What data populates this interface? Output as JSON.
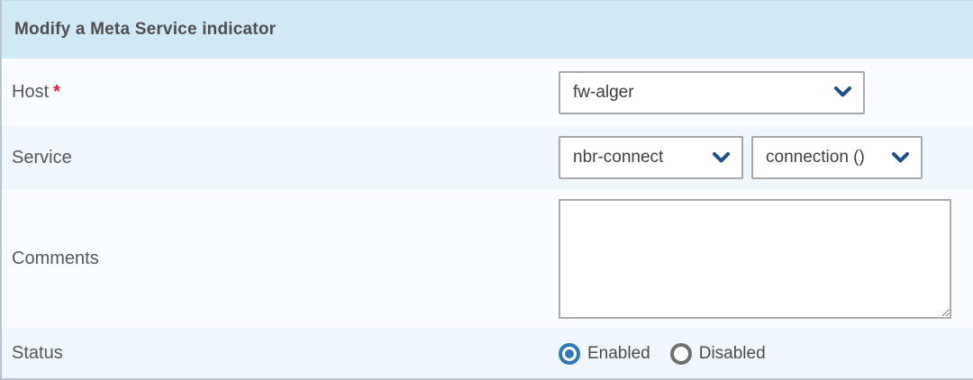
{
  "panel": {
    "title": "Modify a Meta Service indicator"
  },
  "form": {
    "host": {
      "label": "Host",
      "required_marker": "*",
      "value": "fw-alger"
    },
    "service": {
      "label": "Service",
      "service_value": "nbr-connect",
      "metric_value": "connection ()"
    },
    "comments": {
      "label": "Comments",
      "value": ""
    },
    "status": {
      "label": "Status",
      "options": [
        {
          "label": "Enabled",
          "selected": true
        },
        {
          "label": "Disabled",
          "selected": false
        }
      ]
    }
  },
  "icons": {
    "select_chevron": "chevron-down-icon",
    "textarea_resize": "resize-handle-icon"
  },
  "colors": {
    "header_bg": "#cfe9f6",
    "row_light_bg": "#fafdff",
    "row_tint_bg": "#eff6fc",
    "accent_blue": "#2e79b9",
    "chevron_navy": "#1d4e89",
    "required_red": "#ed1c2e",
    "field_border_gray": "#a9a9a9",
    "panel_border": "#b9c6d1"
  }
}
